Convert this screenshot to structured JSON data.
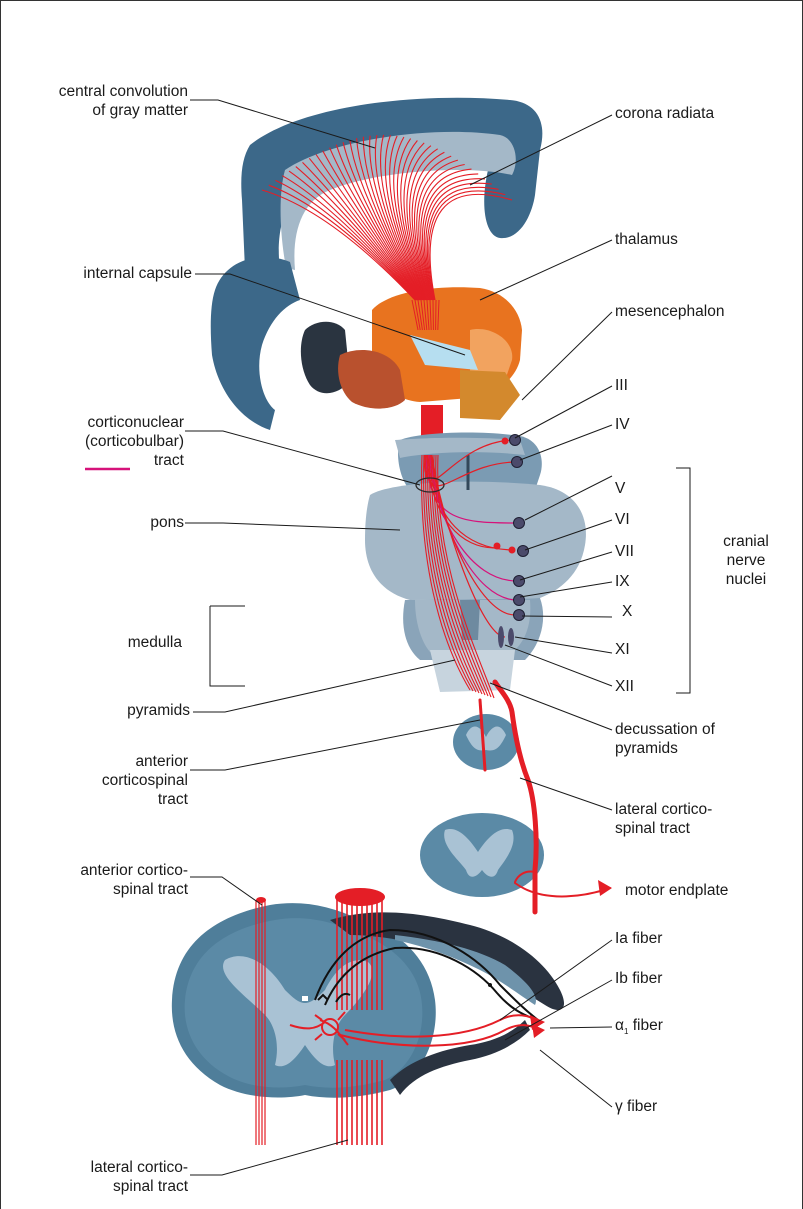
{
  "labels": {
    "central_convolution_1": "central convolution",
    "central_convolution_2": "of gray matter",
    "corona_radiata": "corona radiata",
    "thalamus": "thalamus",
    "internal_capsule": "internal capsule",
    "mesencephalon": "mesencephalon",
    "corticonuclear_1": "corticonuclear",
    "corticonuclear_2": "(corticobulbar)",
    "corticonuclear_3": "tract",
    "pons": "pons",
    "medulla": "medulla",
    "pyramids": "pyramids",
    "anterior_cst_1": "anterior",
    "anterior_cst_2": "corticospinal",
    "anterior_cst_3": "tract",
    "decussation_1": "decussation of",
    "decussation_2": "pyramids",
    "lateral_cst_upper_1": "lateral cortico-",
    "lateral_cst_upper_2": "spinal tract",
    "motor_endplate": "motor endplate",
    "anterior_cst_lower_1": "anterior cortico-",
    "anterior_cst_lower_2": "spinal tract",
    "ia_fiber": "Ia fiber",
    "ib_fiber": "Ib fiber",
    "alpha_fiber_symbol": "α",
    "alpha_fiber_sub": "1",
    "alpha_fiber_text": " fiber",
    "gamma_fiber": "γ fiber",
    "lateral_cst_lower_1": "lateral cortico-",
    "lateral_cst_lower_2": "spinal tract",
    "cranial_1": "cranial",
    "cranial_2": "nerve",
    "cranial_3": "nuclei"
  },
  "nerves": [
    "III",
    "IV",
    "V",
    "VI",
    "VII",
    "IX",
    "X",
    "XI",
    "XII"
  ],
  "colors": {
    "tract_red": "#e41e26",
    "corticonuclear_magenta": "#d6127a",
    "cortex_blue": "#3c6889",
    "brainstem_light": "#a4b8c8",
    "spinal_blue": "#5b8aa6",
    "gray_matter_light": "#a9c2d4",
    "thalamus_orange": "#e8731f",
    "nucleus_purple": "#4b4a6b"
  }
}
